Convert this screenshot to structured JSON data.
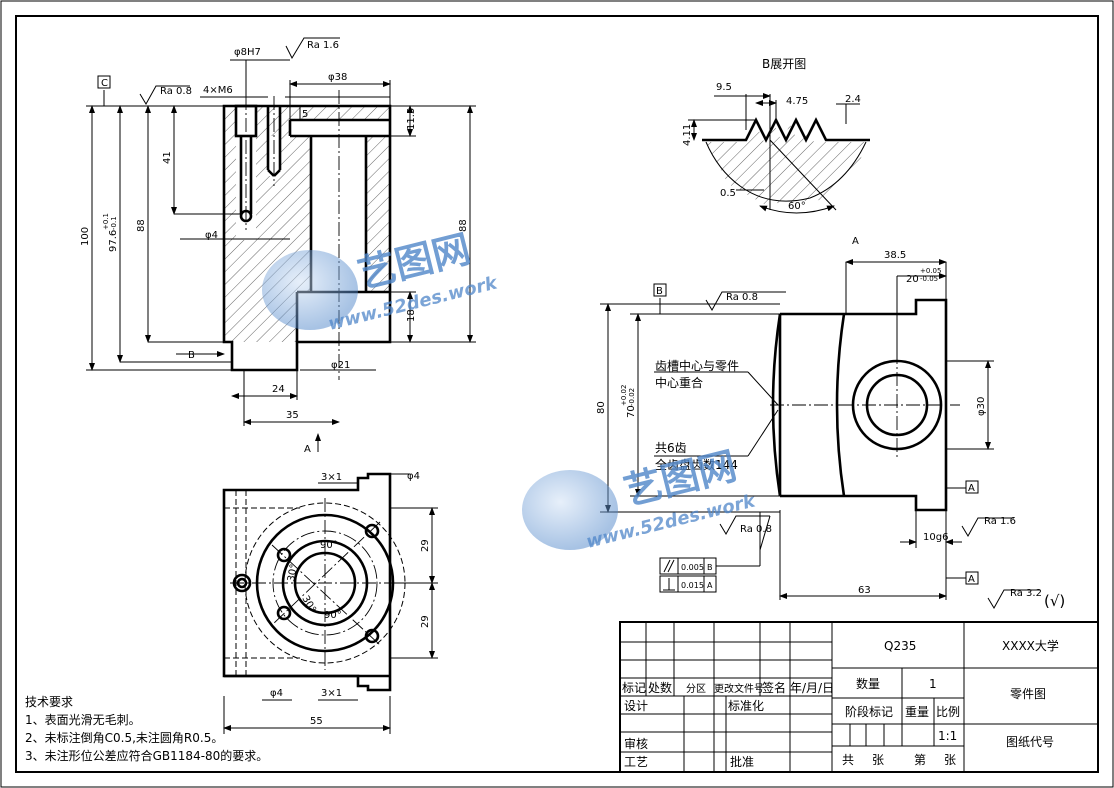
{
  "drawing": {
    "view_labels": {
      "development_title": "B展开图",
      "section_a_top": "A",
      "section_a_arrow": "A",
      "section_b_arrow": "B"
    },
    "dimensions": {
      "bore_8": "φ8H7",
      "ra_16_top": "Ra 1.6",
      "ra_08_left": "Ra 0.8",
      "tap_m6": "4×M6",
      "dia_38": "φ38",
      "d5": "5",
      "d115": "11.5",
      "d41": "41",
      "d100": "100",
      "d976": "97.6",
      "d976_tol_up": "+0.1",
      "d976_tol_dn": "-0.1",
      "d88_left": "88",
      "d88_right": "88",
      "dia_4": "φ4",
      "d18": "18",
      "dia_21": "φ21",
      "d24": "24",
      "d35": "35",
      "d95": "9.5",
      "d475": "4.75",
      "d24b": "2.4",
      "d411": "4.11",
      "d05": "0.5",
      "ang60": "60°",
      "d385": "38.5",
      "d20": "20",
      "d20_tol_up": "+0.05",
      "d20_tol_dn": "-0.05",
      "ra_08_right": "Ra 0.8",
      "d80": "80",
      "d70": "70",
      "d70_tol_up": "+0.02",
      "d70_tol_dn": "-0.02",
      "dia_30": "φ30",
      "ra_16_right": "Ra 1.6",
      "d10g6": "10g6",
      "ra_08_bottom": "Ra 0.8",
      "tol_par": "0.005",
      "tol_par_ref": "B",
      "tol_perp": "0.015",
      "tol_perp_ref": "A",
      "d63": "63",
      "d3x1_top": "3×1",
      "dia_4_bv": "φ4",
      "ang90_a": "90°",
      "ang30_a": "30°",
      "ang30_b": "30°",
      "ang90_b": "90°",
      "d29_a": "29",
      "d29_b": "29",
      "dia_4_bv2": "φ4",
      "d3x1_bot": "3×1",
      "d55": "55",
      "datum_c": "C",
      "datum_b": "B",
      "datum_a1": "A",
      "datum_a2": "A",
      "ra_32_general": "Ra 3.2",
      "ra_general_symbol": "(√)"
    },
    "notes": {
      "teeth_center_1": "齿槽中心与零件",
      "teeth_center_2": "中心重合",
      "teeth_count_1": "共6齿",
      "teeth_count_2": "全齿盘齿数144"
    },
    "tech_requirements": {
      "title": "技术要求",
      "items": [
        "1、表面光滑无毛刺。",
        "2、未标注倒角C0.5,未注圆角R0.5。",
        "3、未注形位公差应符合GB1184-80的要求。"
      ]
    },
    "watermark": {
      "brand": "艺图网",
      "url": "www.52des.work"
    }
  },
  "title_block": {
    "material": "Q235",
    "school": "XXXX大学",
    "quantity_label": "数量",
    "quantity_value": "1",
    "part_name": "零件图",
    "stage_mark": "阶段标记",
    "weight": "重量",
    "scale_label": "比例",
    "scale_value": "1:1",
    "drawing_code": "图纸代号",
    "total_label": "共",
    "sheet_unit_1": "张",
    "nth_label": "第",
    "sheet_unit_2": "张",
    "headers": {
      "mark": "标记",
      "count": "处数",
      "zone": "分区",
      "change_doc": "更改文件号",
      "signature": "签名",
      "date": "年/月/日"
    },
    "design": "设计",
    "standardization": "标准化",
    "review": "审核",
    "process": "工艺",
    "approve": "批准"
  }
}
